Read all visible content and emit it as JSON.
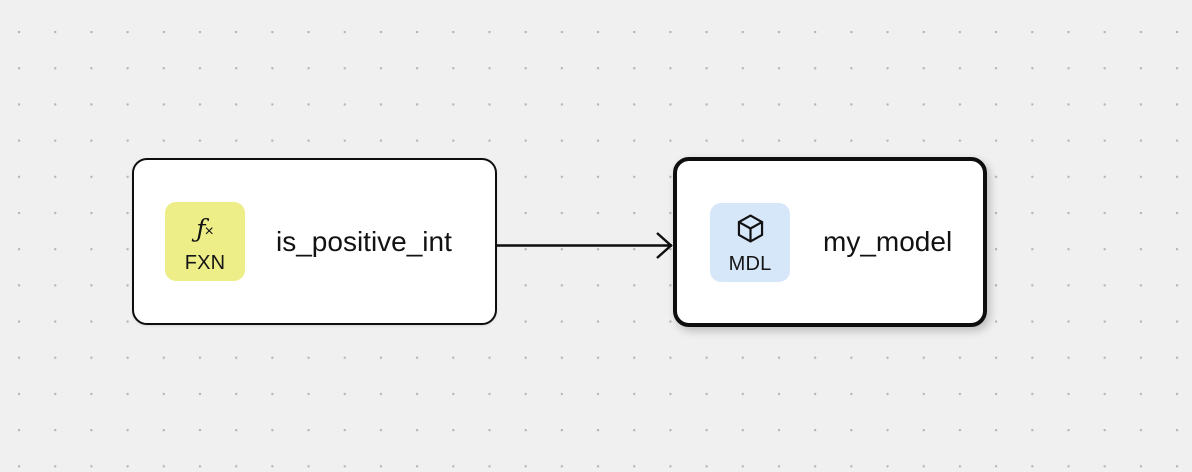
{
  "canvas": {
    "background_color": "#f0f0f0",
    "dot_color": "#b5b5b8",
    "grid_spacing": 36
  },
  "nodes": [
    {
      "id": "fxn-node",
      "title": "is_positive_int",
      "badge": {
        "label": "FXN",
        "icon": "function-fx-icon",
        "glyph": "ƒ",
        "glyph_suffix": "×",
        "background_color": "#eeee89",
        "text_color": "#151515"
      },
      "selected": false,
      "border_color": "#0e0e0e",
      "background_color": "#ffffff"
    },
    {
      "id": "mdl-node",
      "title": "my_model",
      "badge": {
        "label": "MDL",
        "icon": "cube-box-icon",
        "background_color": "#d7e7fa",
        "text_color": "#151515"
      },
      "selected": true,
      "border_color": "#0e0e0e",
      "background_color": "#ffffff"
    }
  ],
  "edges": [
    {
      "id": "edge-fxn-to-mdl",
      "from": "fxn-node",
      "to": "mdl-node",
      "color": "#0e0e0e",
      "arrowhead": "open-chevron"
    }
  ]
}
